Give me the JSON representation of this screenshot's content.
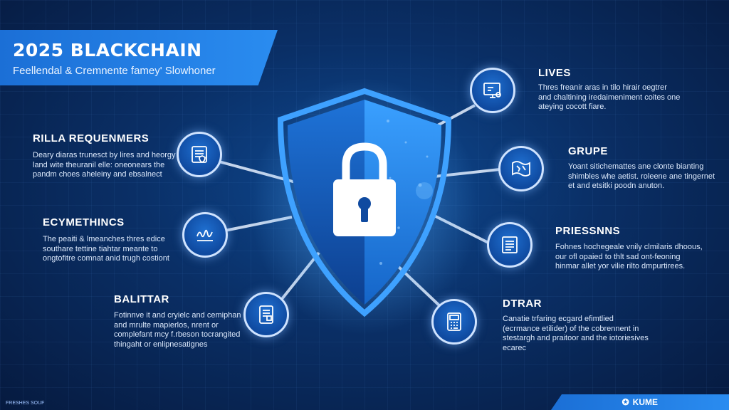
{
  "banner": {
    "title": "2025 BLACKCHAIN",
    "subtitle": "Feellendal & Cremnente famey' Slowhoner"
  },
  "left_items": [
    {
      "title": "RILLA REQUENMERS",
      "desc": "Deary diaras trunesct by lires and heorgy land wite theuranil elle: oneonears the pandm choes aheleiny and ebsalnect",
      "icon": "document-shield-icon"
    },
    {
      "title": "ECYMETHINCS",
      "desc": "The peaiti & lmeanches thres edice southare tettine tiahtar meante to ongtofitre comnat anid trugh costiont",
      "icon": "signature-icon"
    },
    {
      "title": "BALITTAR",
      "desc": "Fotinnve it and cryielc and cemiphan and mrulte mapierlos, nrent or complefant mcy f.rbeson tocrangited thingaht or enlipnesatignes",
      "icon": "tablet-icon"
    }
  ],
  "right_items": [
    {
      "title": "LIVES",
      "desc": "Thres freanir aras in tilo hirair oegtrer and chaltining iredaimeniment coites one ateying cocott fiare.",
      "icon": "monitor-icon"
    },
    {
      "title": "GRUPE",
      "desc": "Yoant sitichemattes ane clonte bianting shimbles whe aetist. roleene ane tingernet et and etsitki poodn anuton.",
      "icon": "map-icon"
    },
    {
      "title": "PRIESSNNS",
      "desc": "Fohnes hochegeale vnily clmilaris dhoous, our ofl opaied to thlt sad ont-feoning hinmar allet yor vilie rilto dmpurtirees.",
      "icon": "list-icon"
    },
    {
      "title": "DTRAR",
      "desc": "Canatie trfaring ecgard efimtlied (ecrmance etilider) of the cobrennent in stestargh and praitoor and the iotoriesives ecarec",
      "icon": "calculator-icon"
    }
  ],
  "footer": {
    "left": "FRESHES SOUF",
    "right": "KUME"
  },
  "colors": {
    "accent": "#2a8cf0",
    "background": "#0a2f66",
    "shield": "#1b6fd6"
  }
}
